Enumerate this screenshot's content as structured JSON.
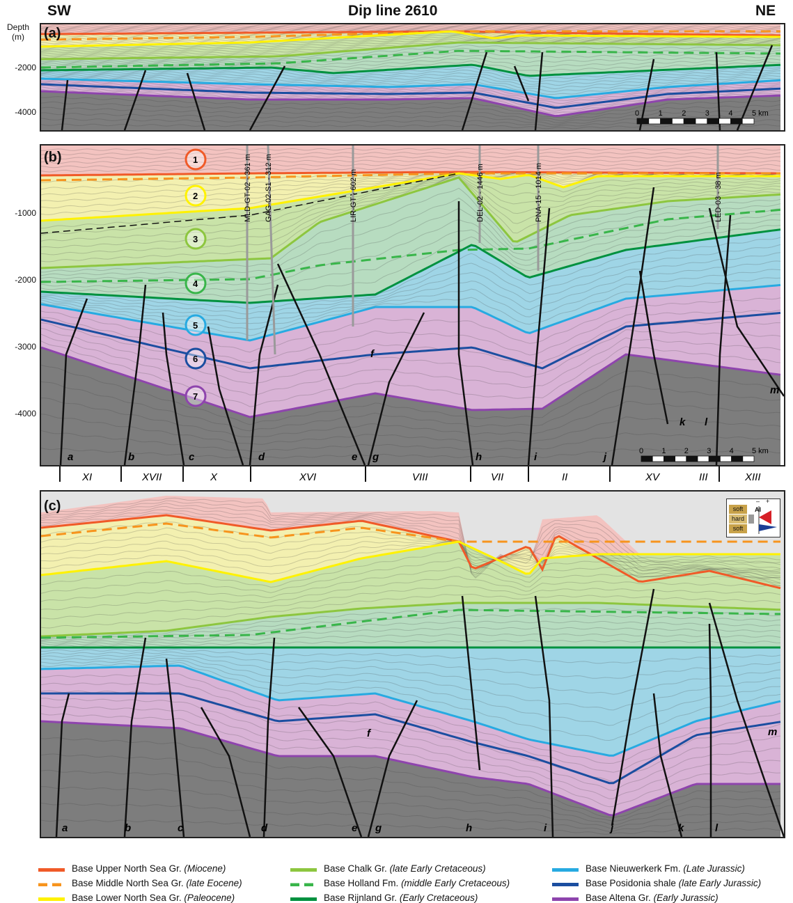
{
  "header": {
    "left": "SW",
    "title": "Dip line 2610",
    "right": "NE"
  },
  "panels": {
    "a": {
      "label": "(a)",
      "depth_title": "Depth\n(m)",
      "depth_ticks": [
        "-2000",
        "-4000"
      ],
      "scale_ticks": [
        "0",
        "1",
        "2",
        "3",
        "4",
        "5 km"
      ]
    },
    "b": {
      "label": "(b)",
      "depth_ticks": [
        "-1000",
        "-2000",
        "-3000",
        "-4000"
      ],
      "scale_ticks": [
        "0",
        "1",
        "2",
        "3",
        "4",
        "5 km"
      ],
      "units": [
        "1",
        "2",
        "3",
        "4",
        "5",
        "6",
        "7"
      ],
      "wells": [
        "MLD-GT-02 - 361 m",
        "GAG-02-S1 - 312 m",
        "LIR-GT - 602 m",
        "DEL-02 - 1446 m",
        "PNA-15 - 1014 m",
        "LED-03 - 38 m"
      ],
      "faults": [
        "a",
        "b",
        "c",
        "d",
        "e",
        "f",
        "g",
        "h",
        "i",
        "j",
        "k",
        "l",
        "m"
      ],
      "blocks": [
        "XI",
        "XVII",
        "X",
        "XVI",
        "VIII",
        "VII",
        "II",
        "XV",
        "III",
        "XIII",
        "VIII"
      ]
    },
    "c": {
      "label": "(c)",
      "faults": [
        "a",
        "b",
        "c",
        "d",
        "e",
        "f",
        "g",
        "h",
        "i",
        "j",
        "k",
        "l",
        "m"
      ],
      "ai_box": {
        "minus": "–",
        "plus": "+",
        "title": "AI",
        "layers": [
          "soft",
          "hard",
          "soft"
        ]
      }
    }
  },
  "legend": [
    {
      "name": "Base Upper North Sea Gr.",
      "age": "(Miocene)",
      "color": "#f05a28",
      "dashed": false
    },
    {
      "name": "Base Middle North Sea Gr.",
      "age": "(late Eocene)",
      "color": "#f7941d",
      "dashed": true
    },
    {
      "name": "Base Lower North Sea Gr.",
      "age": "(Paleocene)",
      "color": "#fff200",
      "dashed": false
    },
    {
      "name": "Base Chalk Gr.",
      "age": "(late Early Cretaceous)",
      "color": "#8dc63f",
      "dashed": false
    },
    {
      "name": "Base Holland Fm.",
      "age": "(middle Early Cretaceous)",
      "color": "#39b54a",
      "dashed": true
    },
    {
      "name": "Base Rijnland Gr.",
      "age": "(Early Cretaceous)",
      "color": "#00913f",
      "dashed": false
    },
    {
      "name": "Base Nieuwerkerk Fm.",
      "age": "(Late Jurassic)",
      "color": "#27aae1",
      "dashed": false
    },
    {
      "name": "Base Posidonia shale",
      "age": "(late Early Jurassic)",
      "color": "#1b4ea0",
      "dashed": false
    },
    {
      "name": "Base Altena Gr.",
      "age": "(Early Jurassic)",
      "color": "#8e44ad",
      "dashed": false
    }
  ],
  "colors": {
    "upper_ns": "#f3c3c0",
    "lower_ns": "#f3f0b0",
    "chalk": "#c9e3a8",
    "rijnland": "#b7dcc0",
    "jurassic_blue": "#9fd5e6",
    "altena": "#d9b3d6",
    "basement": "#7d7d7d"
  }
}
